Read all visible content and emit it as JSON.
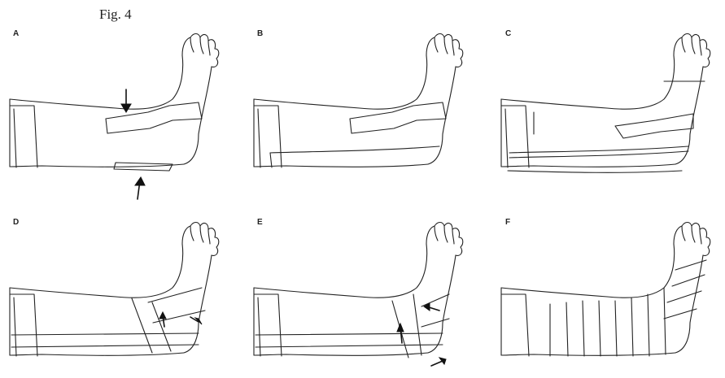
{
  "figure": {
    "title": "Fig. 4",
    "panels": [
      {
        "label": "A"
      },
      {
        "label": "B"
      },
      {
        "label": "C"
      },
      {
        "label": "D"
      },
      {
        "label": "E"
      },
      {
        "label": "F"
      }
    ]
  }
}
